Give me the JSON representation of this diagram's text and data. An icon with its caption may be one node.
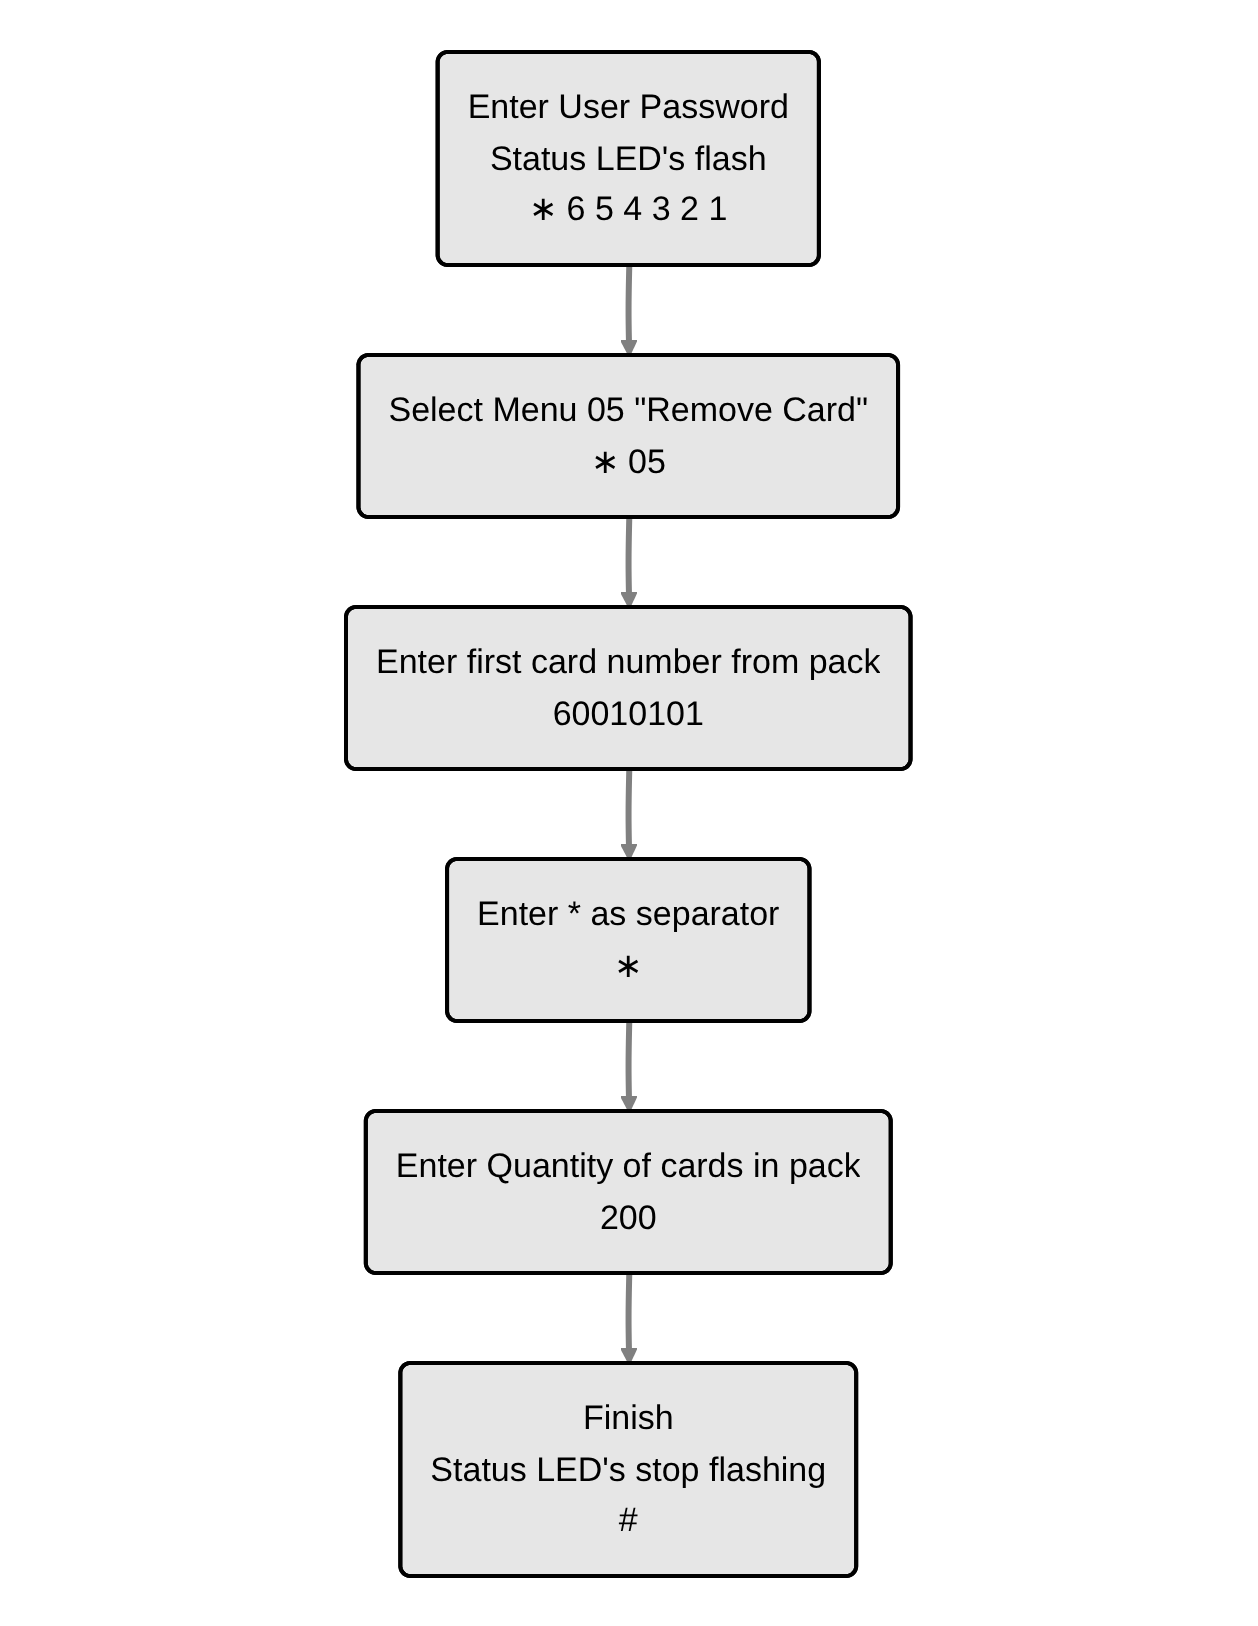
{
  "diagram": {
    "nodes": [
      {
        "text": [
          "Enter User Password",
          "Status LED's flash",
          "∗ 6 5 4 3 2 1"
        ]
      },
      {
        "text": [
          "Select Menu 05 \"Remove Card\"",
          "∗ 05"
        ]
      },
      {
        "text": [
          "Enter first card number from pack",
          "60010101"
        ]
      },
      {
        "text": [
          "Enter * as separator",
          "∗"
        ]
      },
      {
        "text": [
          "Enter Quantity of cards in pack",
          "200"
        ]
      },
      {
        "text": [
          "Finish",
          "Status LED's stop flashing",
          "#"
        ]
      }
    ],
    "edges": [
      {
        "from": 0,
        "to": 1,
        "arrow": "to"
      },
      {
        "from": 1,
        "to": 2,
        "arrow": "to"
      },
      {
        "from": 2,
        "to": 3,
        "arrow": "to"
      },
      {
        "from": 3,
        "to": 4,
        "arrow": "to"
      },
      {
        "from": 4,
        "to": 5,
        "arrow": "to"
      }
    ]
  }
}
